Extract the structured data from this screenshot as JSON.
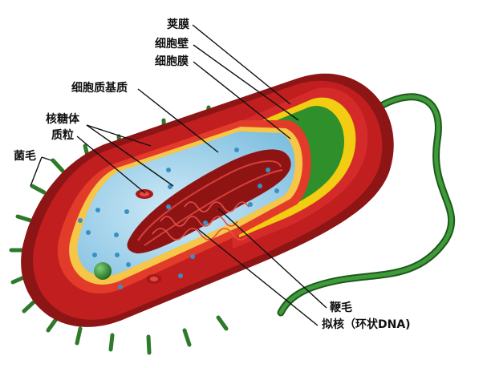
{
  "labels": {
    "capsule": "荚膜",
    "cell_wall": "细胞壁",
    "cell_membrane": "细胞膜",
    "cytoplasm": "细胞质基质",
    "ribosome": "核糖体",
    "plasmid": "质粒",
    "pili": "菌毛",
    "flagellum": "鞭毛",
    "nucleoid": "拟核（环状DNA)"
  },
  "colors": {
    "capsule": "#b81c1c",
    "cell_wall": "#f3d11a",
    "cell_membrane": "#2f8f2a",
    "cytoplasm": "#a9d6ee",
    "nucleoid": "#8e1414",
    "plasmid": "#c0231f",
    "flagellum": "#2f7d2e",
    "pili": "#2e7a2b",
    "leader_line": "#111111"
  }
}
